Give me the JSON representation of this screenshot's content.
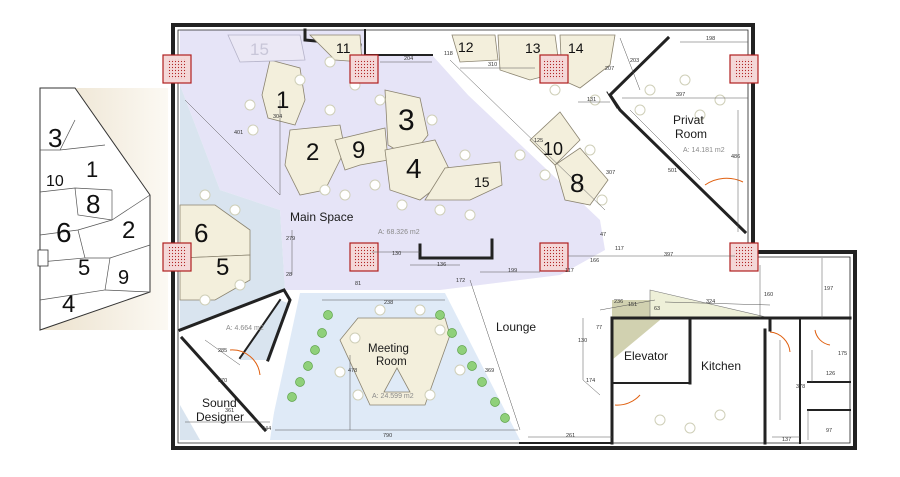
{
  "rooms": {
    "main_space": {
      "name": "Main Space",
      "area": "A: 68.326 m2"
    },
    "privat_room": {
      "name_line1": "Privat",
      "name_line2": "Room",
      "area": "A: 14.181 m2"
    },
    "lounge": {
      "name": "Lounge"
    },
    "meeting_room": {
      "name_line1": "Meeting",
      "name_line2": "Room",
      "area": "A: 24.599 m2"
    },
    "sound_designer": {
      "name_line1": "Sound",
      "name_line2": "Designer",
      "area": "A: 4.664 m2"
    },
    "elevator": {
      "name": "Elevator"
    },
    "kitchen": {
      "name": "Kitchen"
    }
  },
  "zones": {
    "z1": "1",
    "z2": "2",
    "z3": "3",
    "z4": "4",
    "z5": "5",
    "z6": "6",
    "z8": "8",
    "z9": "9",
    "z10": "10",
    "z11": "11",
    "z12": "12",
    "z13": "13",
    "z14": "14",
    "z15": "15",
    "z15b": "15"
  },
  "legend_zones": {
    "l3": "3",
    "l1": "1",
    "l10": "10",
    "l8": "8",
    "l6": "6",
    "l2": "2",
    "l5": "5",
    "l9": "9",
    "l4": "4"
  },
  "dimensions": {
    "d204": "204",
    "d118": "118",
    "d310": "310",
    "d198": "198",
    "d207": "207",
    "d203": "203",
    "d131": "131",
    "d397a": "397",
    "d486": "486",
    "d501": "501",
    "d401": "401",
    "d304": "304",
    "d279": "279",
    "d130": "130",
    "d136": "136",
    "d199": "199",
    "d117a": "117",
    "d166": "166",
    "d397b": "397",
    "d117b": "117",
    "d81": "81",
    "d172": "172",
    "d238": "238",
    "d236": "236",
    "d151": "151",
    "d324": "324",
    "d160": "160",
    "d197": "197",
    "d63": "63",
    "d77": "77",
    "d130b": "130",
    "d478": "478",
    "d369": "369",
    "d175": "175",
    "d126": "126",
    "d378": "378",
    "d137": "137",
    "d97": "97",
    "d261": "261",
    "d790": "790",
    "d544": "544",
    "d370": "370",
    "d285": "285",
    "d361": "361",
    "d307": "307",
    "d174": "174",
    "d125": "125",
    "d47": "47",
    "d28": "28"
  },
  "colors": {
    "main_space": "#e6e4f7",
    "meeting_room": "#dfeaf7",
    "west_zone": "#d9e4ef",
    "furniture": "#f3efdc",
    "furniture_stroke": "#8b8470",
    "column_fill": "#f4d8d8",
    "column_stroke": "#b02020",
    "plant": "#8fd07a",
    "elevator_shaft": "#c9c9a2",
    "wall": "#222222",
    "legend_bg": "#efe7d6"
  }
}
